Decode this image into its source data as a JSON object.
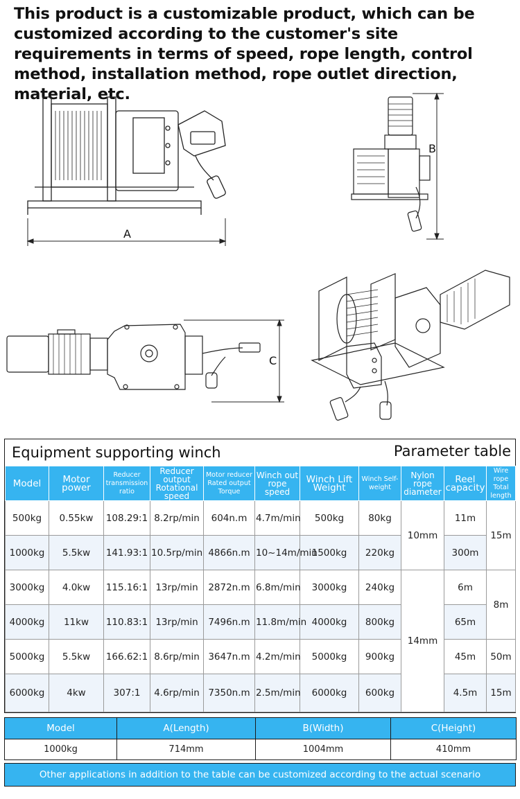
{
  "intro": {
    "text": "This product is a customizable product, which can be customized according to the customer's site requirements in terms of speed, rope length, control method, installation method, rope outlet direction, material, etc."
  },
  "drawings": {
    "dim_a": "A",
    "dim_b": "B",
    "dim_c": "C"
  },
  "parameter_table": {
    "title_left": "Equipment supporting winch",
    "title_right": "Parameter table",
    "headers": [
      "Model",
      "Motor power",
      "Reducer transmission ratio",
      "Reducer output Rotational speed",
      "Motor reducer Rated output Torque",
      "Winch out rope speed",
      "Winch Lift Weight",
      "Winch Self-weight",
      "Nylon rope diameter",
      "Reel capacity",
      "Wire rope Total length"
    ],
    "rows": [
      [
        "500kg",
        "0.55kw",
        "108.29:1",
        "8.2rp/min",
        "604n.m",
        "4.7m/min",
        "500kg",
        "80kg",
        "10mm",
        "11m",
        "15m"
      ],
      [
        "1000kg",
        "5.5kw",
        "141.93:1",
        "10.5rp/min",
        "4866n.m",
        "10~14m/min",
        "1500kg",
        "220kg",
        "",
        "300m",
        ""
      ],
      [
        "3000kg",
        "4.0kw",
        "115.16:1",
        "13rp/min",
        "2872n.m",
        "6.8m/min",
        "3000kg",
        "240kg",
        "14mm",
        "6m",
        "8m"
      ],
      [
        "4000kg",
        "11kw",
        "110.83:1",
        "13rp/min",
        "7496n.m",
        "11.8m/min",
        "4000kg",
        "800kg",
        "",
        "65m",
        ""
      ],
      [
        "5000kg",
        "5.5kw",
        "166.62:1",
        "8.6rp/min",
        "3647n.m",
        "4.2m/min",
        "5000kg",
        "900kg",
        "",
        "45m",
        "50m"
      ],
      [
        "6000kg",
        "4kw",
        "307:1",
        "4.6rp/min",
        "7350n.m",
        "2.5m/min",
        "6000kg",
        "600kg",
        "",
        "4.5m",
        "15m"
      ]
    ]
  },
  "size_table": {
    "headers": [
      "Model",
      "A(Length)",
      "B(Width)",
      "C(Height)"
    ],
    "row": [
      "1000kg",
      "714mm",
      "1004mm",
      "410mm"
    ]
  },
  "footer": {
    "text": "Other applications in addition to the table can be customized according to the actual scenario"
  },
  "colors": {
    "header_blue": "#36b4f0",
    "row_alt": "#eef4fb",
    "line": "#1a1a1a"
  }
}
